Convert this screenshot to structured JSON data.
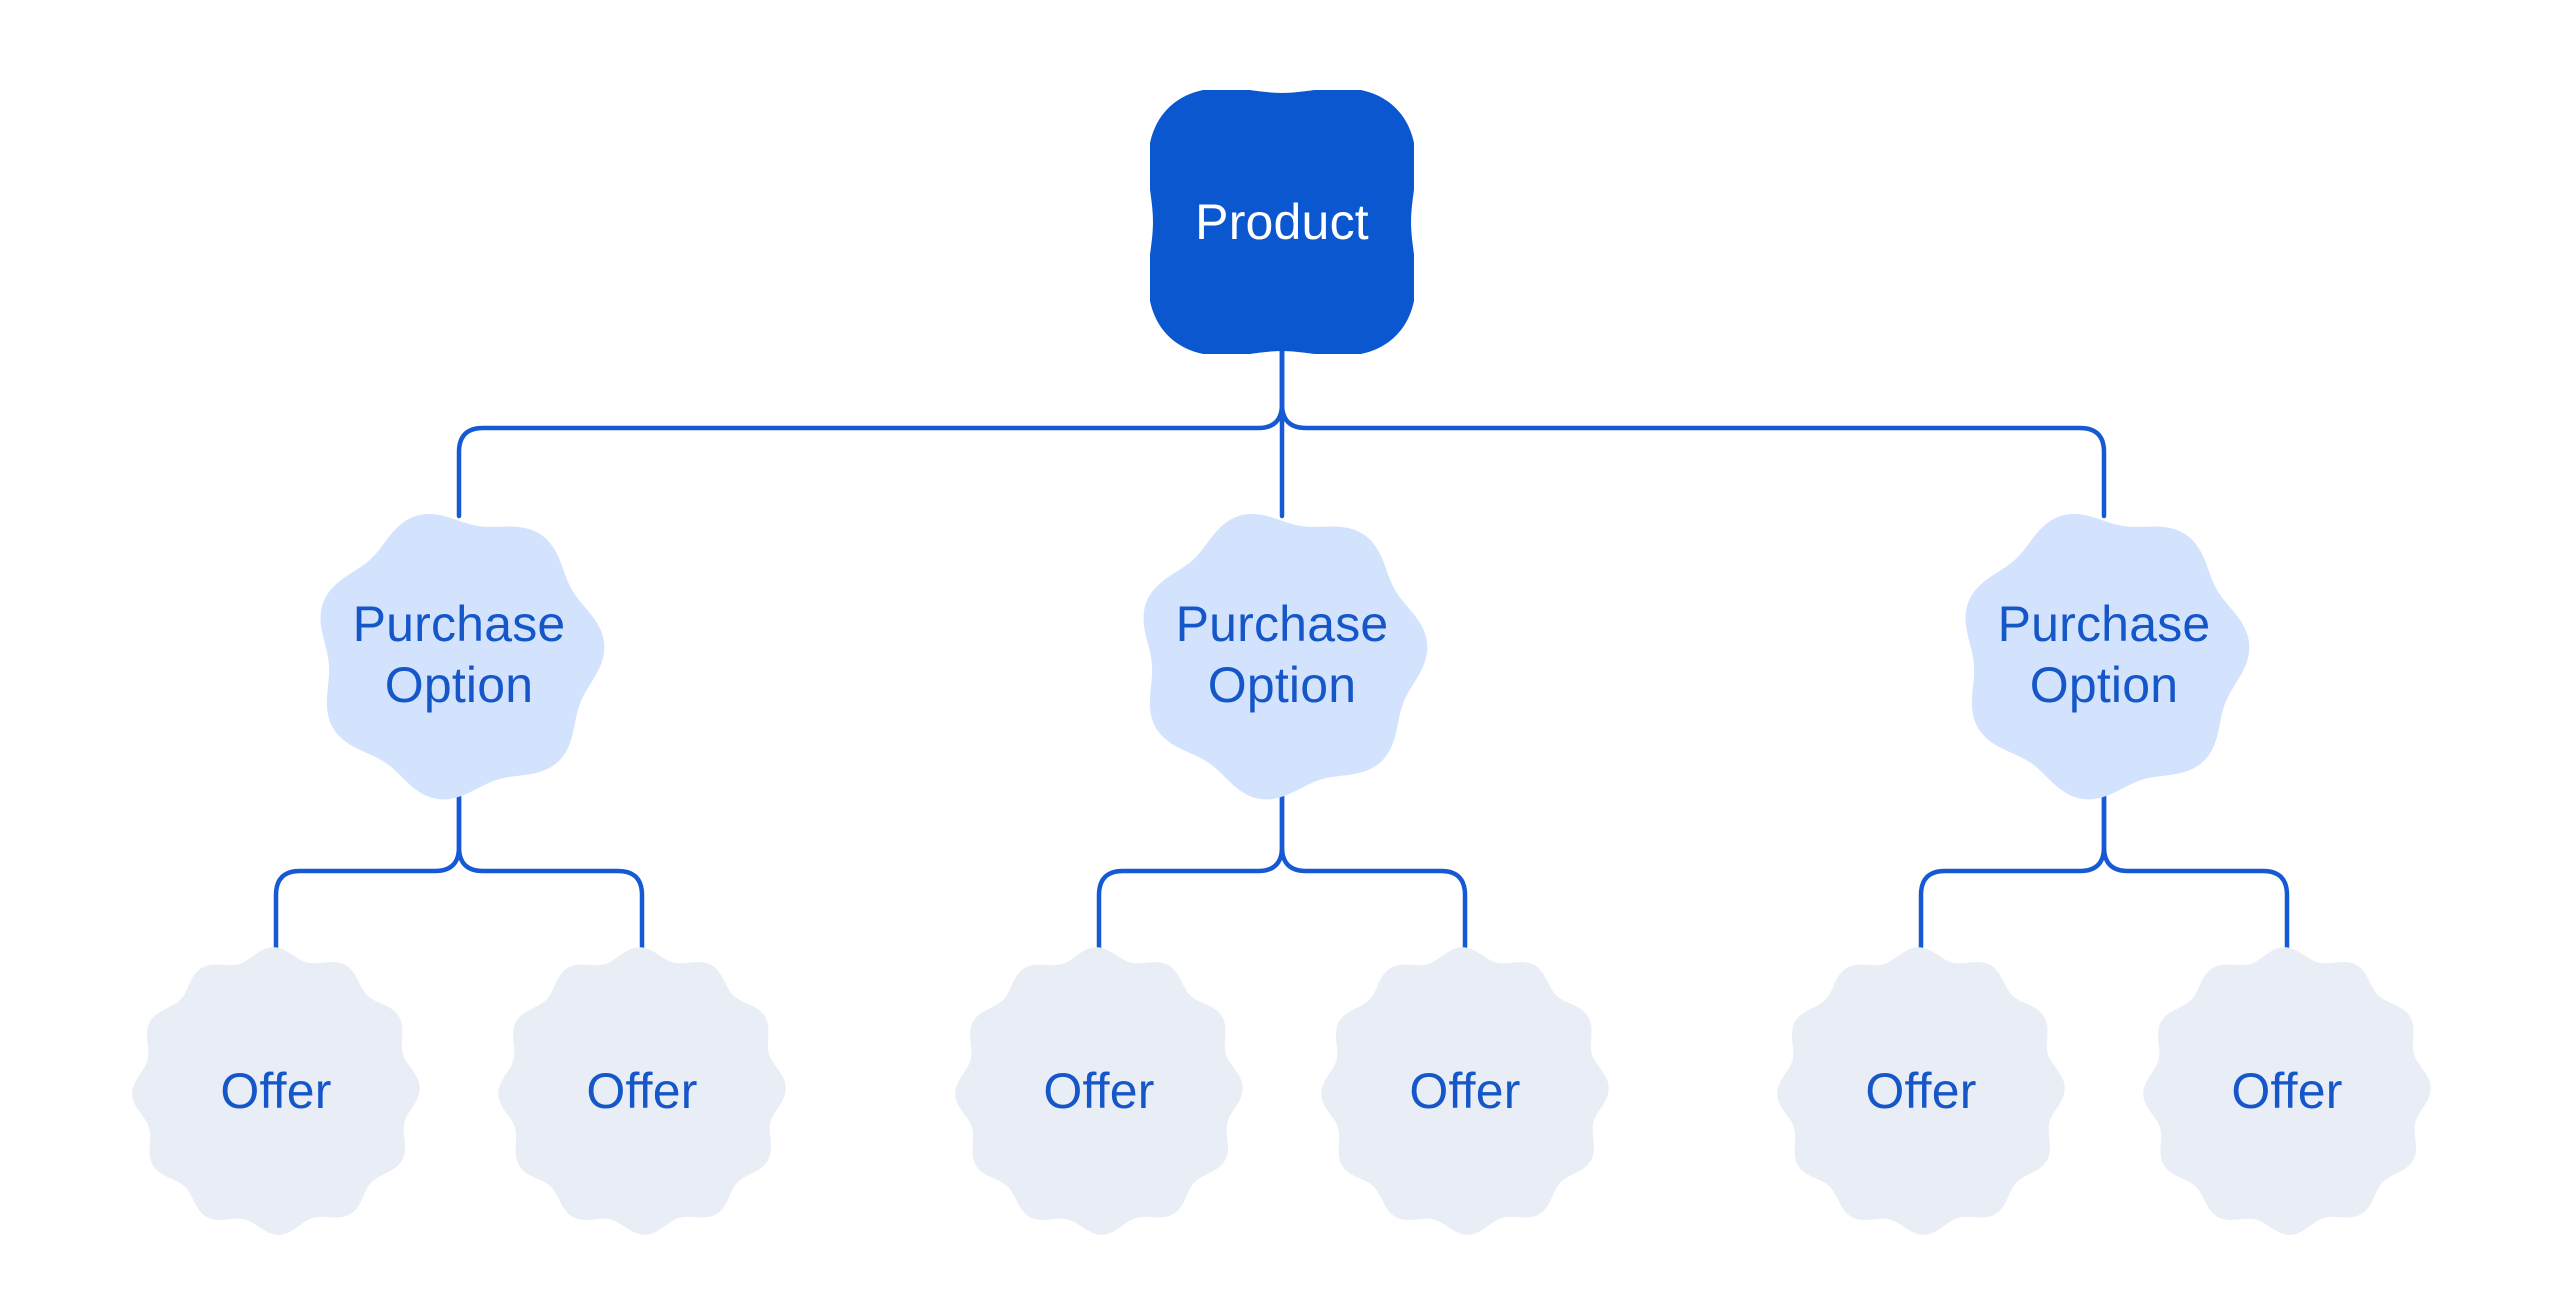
{
  "colors": {
    "background": "#ffffff",
    "product_fill": "#0b57d0",
    "product_text": "#ffffff",
    "option_fill": "#d3e3fd",
    "offer_fill": "#e9edf5",
    "label_text": "#1557c8",
    "line": "#1659d4"
  },
  "tree": {
    "root": {
      "label": "Product"
    },
    "options": [
      {
        "label": "Purchase Option",
        "offers": [
          {
            "label": "Offer"
          },
          {
            "label": "Offer"
          }
        ]
      },
      {
        "label": "Purchase Option",
        "offers": [
          {
            "label": "Offer"
          },
          {
            "label": "Offer"
          }
        ]
      },
      {
        "label": "Purchase Option",
        "offers": [
          {
            "label": "Offer"
          },
          {
            "label": "Offer"
          }
        ]
      }
    ]
  }
}
